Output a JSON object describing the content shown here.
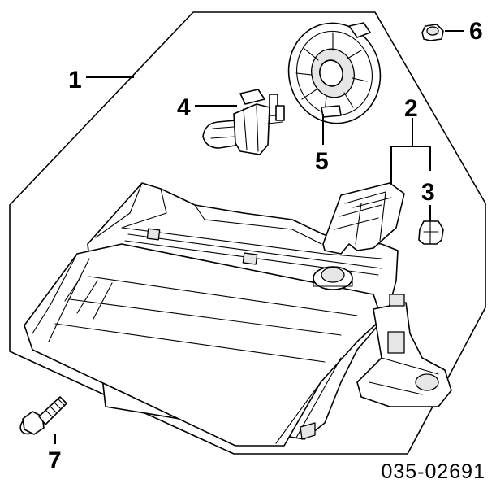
{
  "callouts": {
    "c1": "1",
    "c2": "2",
    "c3": "3",
    "c4": "4",
    "c5": "5",
    "c6": "6",
    "c7": "7"
  },
  "diagram_code": "035-02691",
  "parts": [
    {
      "callout": "1",
      "icon": "headlight-assembly-icon"
    },
    {
      "callout": "2",
      "icon": "bracket-icon"
    },
    {
      "callout": "3",
      "icon": "clip-icon"
    },
    {
      "callout": "4",
      "icon": "halogen-bulb-icon"
    },
    {
      "callout": "5",
      "icon": "bulb-cover-icon"
    },
    {
      "callout": "6",
      "icon": "nut-icon"
    },
    {
      "callout": "7",
      "icon": "bolt-icon"
    }
  ]
}
